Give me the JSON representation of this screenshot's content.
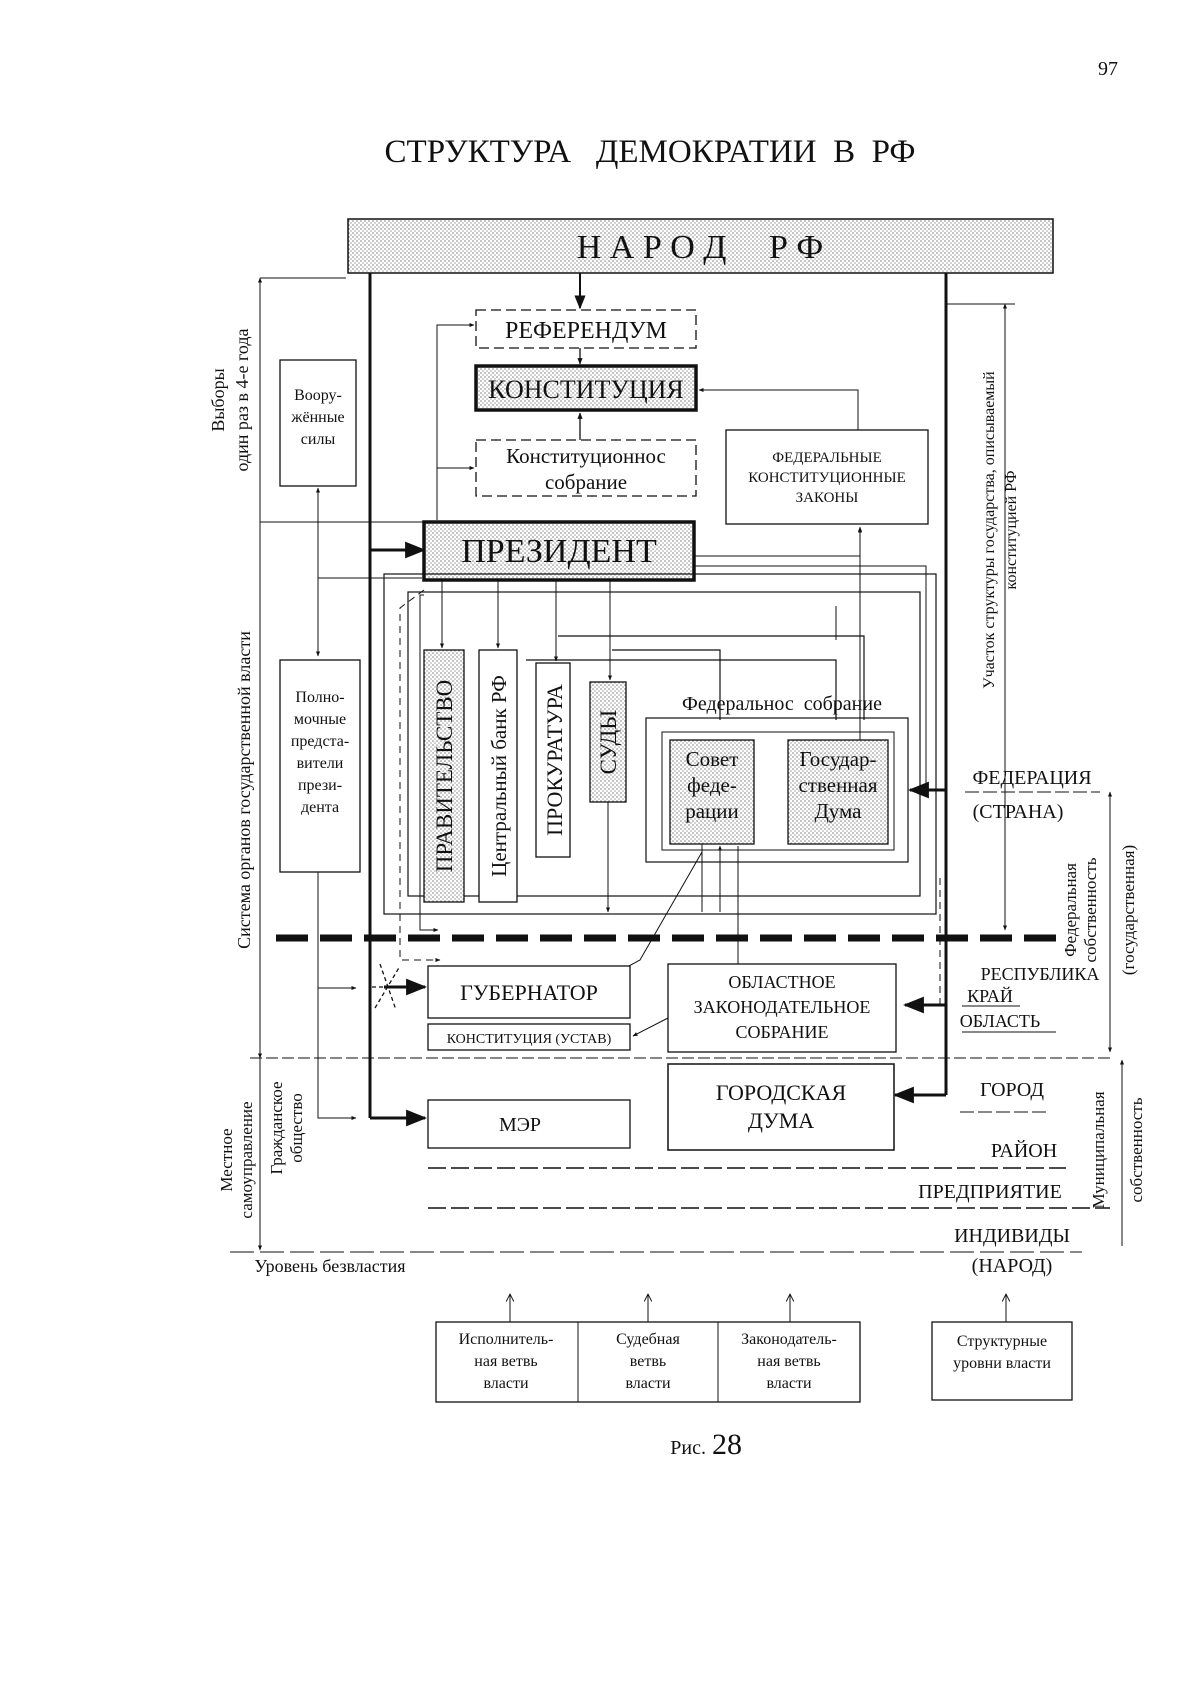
{
  "page_number": "97",
  "title": "СТРУКТУРА   ДЕМОКРАТИИ  В  РФ",
  "people": "Н А Р О Д     Р Ф",
  "referendum": "РЕФЕРЕНДУМ",
  "constitution": "КОНСТИТУЦИЯ",
  "const_assembly": [
    "Конституционнос",
    "собрание"
  ],
  "fed_const_laws": [
    "ФЕДЕРАЛЬНЫЕ",
    "КОНСТИТУЦИОННЫЕ",
    "ЗАКОНЫ"
  ],
  "armed_forces": [
    "Воору-",
    "жённые",
    "силы"
  ],
  "president": "ПРЕЗИДЕНТ",
  "plenipotentiaries": [
    "Полно-",
    "мочные",
    "предста-",
    "вители",
    "прези-",
    "дента"
  ],
  "government": "ПРАВИТЕЛЬСТВО",
  "central_bank": "Центральный банк РФ",
  "prosecutor": "ПРОКУРАТУРА",
  "courts": "СУДЫ",
  "federal_assembly": "Федеральнос  собрание",
  "federation_council": [
    "Совет",
    "феде-",
    "рации"
  ],
  "state_duma": [
    "Государ-",
    "ственная",
    "Дума"
  ],
  "governor": "ГУБЕРНАТОР",
  "regional_constitution": "КОНСТИТУЦИЯ (УСТАВ)",
  "regional_assembly": [
    "ОБЛАСТНОЕ",
    "ЗАКОНОДАТЕЛЬНОЕ",
    "СОБРАНИЕ"
  ],
  "mayor": "МЭР",
  "city_duma": [
    "ГОРОДСКАЯ",
    "ДУМА"
  ],
  "levels": {
    "federation": "ФЕДЕРАЦИЯ",
    "country": "(СТРАНА)",
    "republic": "РЕСПУБЛИКА",
    "krai": "КРАЙ",
    "oblast": "ОБЛАСТЬ",
    "city": "ГОРОД",
    "district": "РАЙОН",
    "enterprise": "ПРЕДПРИЯТИЕ",
    "individuals": "ИНДИВИДЫ",
    "people_paren": "(НАРОД)"
  },
  "left_labels": {
    "elections": [
      "Выборы",
      "один раз в 4-е года"
    ],
    "state_bodies": "Система органов государственной власти",
    "local_gov": [
      "Местное",
      "самоуправление"
    ],
    "civil_society": [
      "Гражданское",
      "общество"
    ],
    "anarchy": "Уровень безвластия"
  },
  "right_labels": {
    "state_structure": [
      "Участок структуры  государства, описываемый",
      "конституцией РФ"
    ],
    "federal_property": [
      "Федеральная",
      "собственность",
      "(государственная)"
    ],
    "municipal_property": [
      "Муниципальная",
      "собственность"
    ]
  },
  "legend": {
    "executive": [
      "Исполнитель-",
      "ная ветвь",
      "власти"
    ],
    "judicial": [
      "Судебная",
      "ветвь",
      "власти"
    ],
    "legislative": [
      "Законодатель-",
      "ная ветвь",
      "власти"
    ],
    "structural": [
      "Структурные",
      "уровни власти"
    ]
  },
  "caption_prefix": "Рис.",
  "caption_number": "28"
}
